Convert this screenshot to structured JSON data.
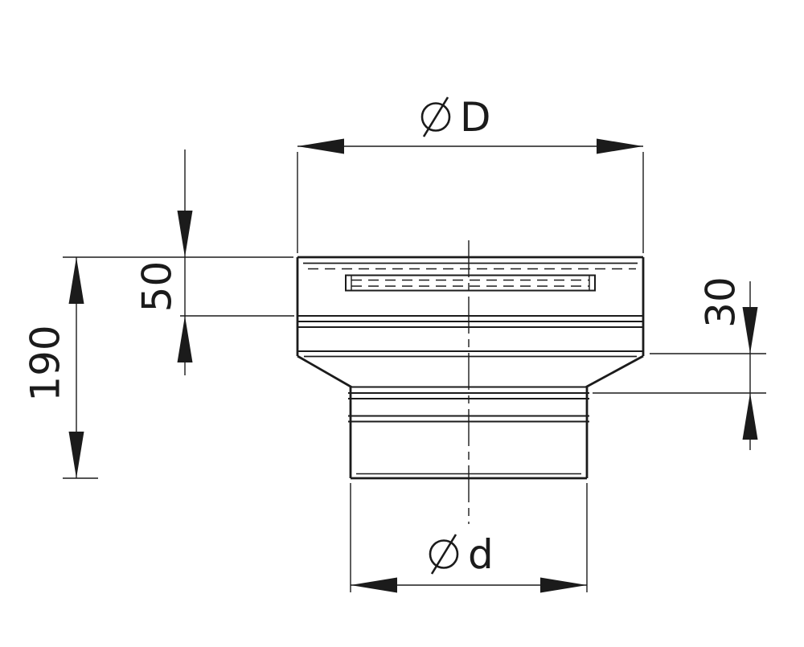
{
  "drawing": {
    "colors": {
      "line": "#1b1b1b",
      "background": "#ffffff"
    },
    "dimensions": {
      "top_diameter": {
        "symbol_icon": "diameter-symbol",
        "label": "D"
      },
      "bottom_diameter": {
        "symbol_icon": "diameter-symbol",
        "label": "d"
      },
      "total_height": {
        "label": "190"
      },
      "upper_section_height": {
        "label": "50"
      },
      "collar_height": {
        "label": "30"
      }
    }
  }
}
